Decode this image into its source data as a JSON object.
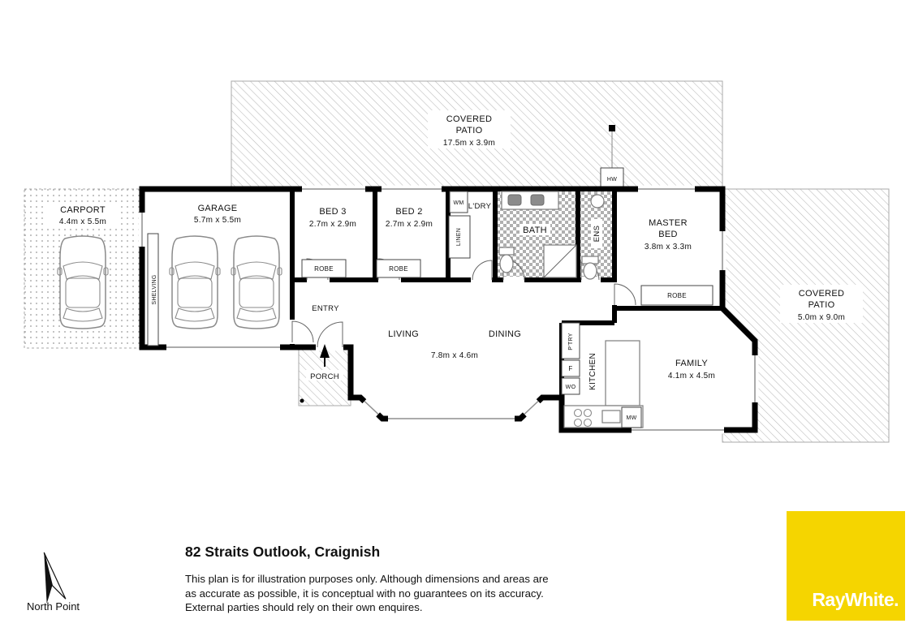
{
  "plan": {
    "patio_top": {
      "line1": "COVERED",
      "line2": "PATIO",
      "dims": "17.5m x 3.9m"
    },
    "patio_right": {
      "line1": "COVERED",
      "line2": "PATIO",
      "dims": "5.0m x 9.0m"
    },
    "carport": {
      "name": "CARPORT",
      "dims": "4.4m x 5.5m"
    },
    "garage": {
      "name": "GARAGE",
      "dims": "5.7m x 5.5m",
      "shelving": "SHELVING"
    },
    "bed3": {
      "name": "BED 3",
      "dims": "2.7m x 2.9m",
      "robe": "ROBE"
    },
    "bed2": {
      "name": "BED 2",
      "dims": "2.7m x 2.9m",
      "robe": "ROBE"
    },
    "laundry": {
      "name": "L'DRY",
      "wm": "WM",
      "linen": "LINEN"
    },
    "bath": {
      "name": "BATH"
    },
    "ens": {
      "name": "ENS"
    },
    "hw": {
      "name": "HW"
    },
    "master": {
      "line1": "MASTER",
      "line2": "BED",
      "dims": "3.8m x 3.3m",
      "robe": "ROBE"
    },
    "entry": {
      "name": "ENTRY"
    },
    "porch": {
      "name": "PORCH"
    },
    "living": {
      "name": "LIVING"
    },
    "dining": {
      "name": "DINING"
    },
    "living_dining_dims": "7.8m x 4.6m",
    "kitchen": {
      "name": "KITCHEN",
      "pantry": "P'TRY",
      "fridge": "F",
      "wall_oven": "WO",
      "microwave": "MW"
    },
    "family": {
      "name": "FAMILY",
      "dims": "4.1m x 4.5m"
    }
  },
  "footer": {
    "north_label": "North Point",
    "address": "82 Straits Outlook, Craignish",
    "disclaimer": [
      "This plan is for illustration purposes only.  Although dimensions and areas are",
      "as accurate as possible, it is conceptual with no guarantees on its accuracy.",
      "External parties should rely on their own enquires."
    ],
    "brand": "RayWhite.",
    "brand_color": "#F5D500"
  }
}
